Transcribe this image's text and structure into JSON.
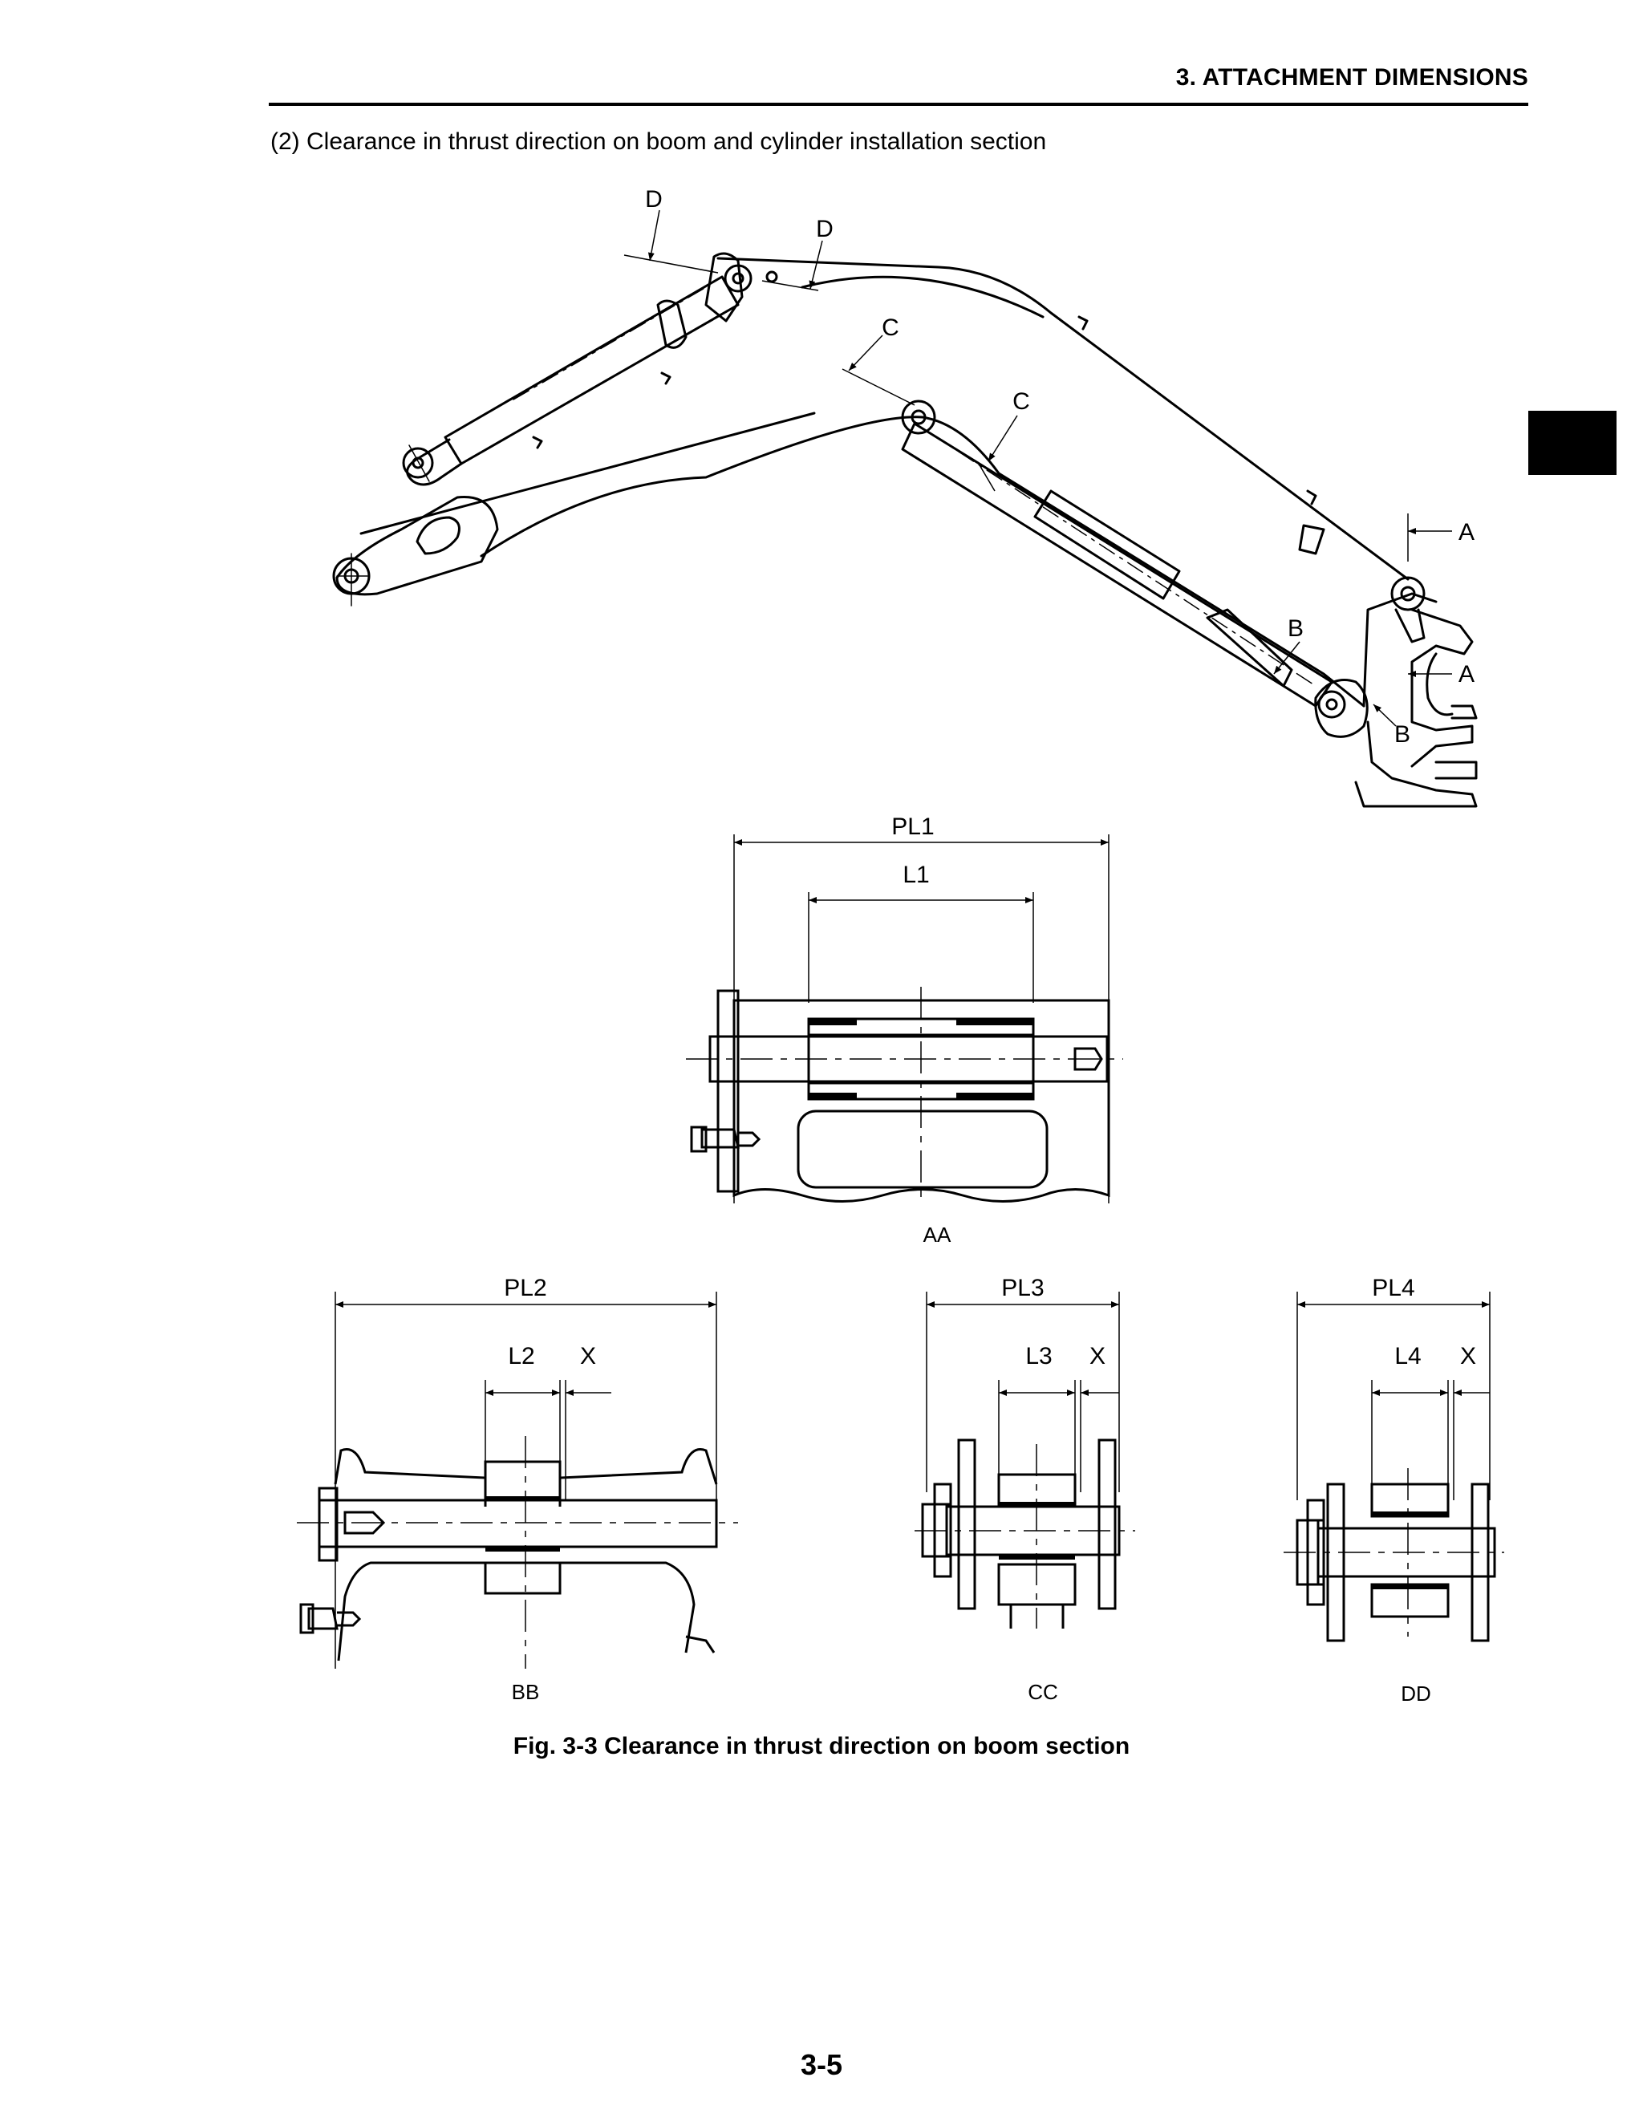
{
  "header": {
    "title": "3. ATTACHMENT DIMENSIONS"
  },
  "section": {
    "heading": "(2)  Clearance in thrust direction on boom and cylinder installation section"
  },
  "figure": {
    "section_marks": {
      "a": "A",
      "b": "B",
      "c": "C",
      "d": "D"
    },
    "detail_aa": {
      "label": "AA",
      "pin_length": "PL1",
      "bushing_length": "L1"
    },
    "detail_bb": {
      "label": "BB",
      "pin_length": "PL2",
      "bushing_length": "L2",
      "clearance": "X"
    },
    "detail_cc": {
      "label": "CC",
      "pin_length": "PL3",
      "bushing_length": "L3",
      "clearance": "X"
    },
    "detail_dd": {
      "label": "DD",
      "pin_length": "PL4",
      "bushing_length": "L4",
      "clearance": "X"
    },
    "caption": "Fig. 3-3 Clearance in thrust direction on boom section"
  },
  "footer": {
    "page_number": "3-5"
  }
}
